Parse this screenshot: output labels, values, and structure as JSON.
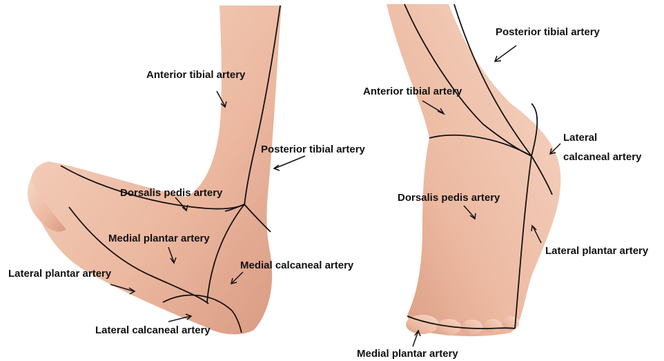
{
  "colors": {
    "skin_light": "#f6d7c6",
    "skin_mid": "#ecb8a0",
    "skin_shadow": "#d99a82",
    "line": "#111111",
    "background": "#ffffff"
  },
  "left_foot": {
    "labels": {
      "anterior_tibial": "Anterior tibial artery",
      "posterior_tibial": "Posterior tibial artery",
      "dorsalis_pedis": "Dorsalis pedis artery",
      "medial_plantar": "Medial plantar artery",
      "medial_calcaneal": "Medial calcaneal artery",
      "lateral_plantar": "Lateral plantar artery",
      "lateral_calcaneal": "Lateral calcaneal artery"
    }
  },
  "right_foot": {
    "labels": {
      "posterior_tibial": "Posterior tibial artery",
      "anterior_tibial": "Anterior tibial artery",
      "lateral_calcaneal_1": "Lateral",
      "lateral_calcaneal_2": "calcaneal artery",
      "dorsalis_pedis": "Dorsalis pedis artery",
      "lateral_plantar": "Lateral plantar artery",
      "medial_plantar": "Medial plantar artery"
    }
  }
}
